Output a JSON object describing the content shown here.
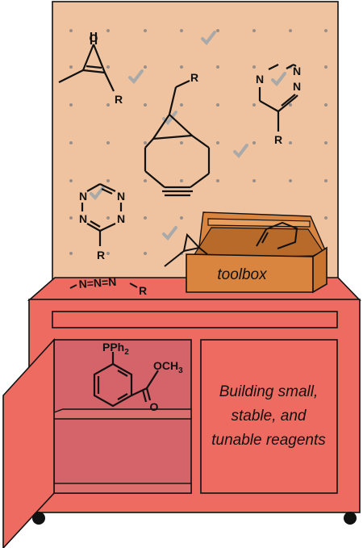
{
  "colors": {
    "pegboard": "#efc39f",
    "cabinet": "#ee6b62",
    "cabinet_dark": "#d7554e",
    "shelf_inner": "#d5636a",
    "toolbox": "#d9843f",
    "toolbox_dark": "#b86a2a",
    "peg_hole": "#9a8f88",
    "hook": "#a9a9a9",
    "outline": "#111111"
  },
  "icons": {
    "pegboard": "pegboard-panel",
    "toolbox": "toolbox-icon",
    "cabinet": "cabinet-icon"
  },
  "labels": {
    "toolbox": "toolbox",
    "caption_line1": "Building small,",
    "caption_line2": "stable, and",
    "caption_line3": "tunable reagents"
  },
  "molecules": {
    "cyclopropenone": {
      "O": "O",
      "R": "R"
    },
    "bcn": {
      "R": "R"
    },
    "triazine": {
      "N1": "N",
      "N2": "N",
      "N3": "N",
      "R": "R"
    },
    "tetrazine": {
      "N1": "N",
      "N2": "N",
      "N3": "N",
      "N4": "N",
      "R": "R"
    },
    "azide": {
      "text": "N=N=N",
      "R": "R"
    },
    "phosphine": {
      "PPh2": "PPh",
      "PPh2_sub": "2",
      "OCH3": "OCH",
      "OCH3_sub": "3",
      "O": "O"
    }
  }
}
